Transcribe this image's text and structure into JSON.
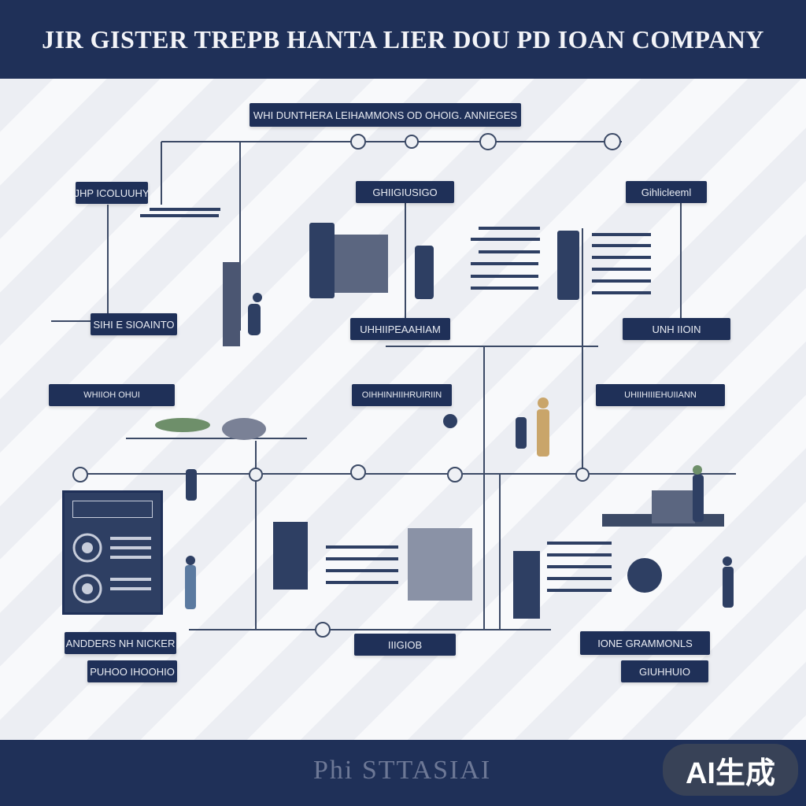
{
  "header": {
    "title": "JIR GISTER TREPB HANTA LIER DOU PD  IOAN COMPANY"
  },
  "top_banner": {
    "text": "WHI DUNTHERA LEIHAMMONS  OD OHOIG. ANNIEGES"
  },
  "labels": [
    {
      "id": "label-top-left",
      "text": "JHP ICOLUUHY"
    },
    {
      "id": "label-top-center",
      "text": "GHIIGIUSIGO"
    },
    {
      "id": "label-top-right",
      "text": "Gihlicleeml"
    },
    {
      "id": "label-mid-left",
      "text": "SIHI E SIOAINTO"
    },
    {
      "id": "label-mid-center",
      "text": "UHHIIPEAAHIAM"
    },
    {
      "id": "label-mid-right",
      "text": "UNH IIOIN"
    },
    {
      "id": "label-lower-left",
      "text": "WHIIOH OHUI"
    },
    {
      "id": "label-lower-center",
      "text": "OIHHINHIIHRUIRIIN"
    },
    {
      "id": "label-lower-right",
      "text": "UHIIHIIIEHUIIANN"
    },
    {
      "id": "label-bottom-left",
      "text": "ANDDERS NH NICKER"
    },
    {
      "id": "label-bottom-left-2",
      "text": "PUHOO IHOOHIO"
    },
    {
      "id": "label-bottom-center",
      "text": "IIIGIOB"
    },
    {
      "id": "label-bottom-right",
      "text": "IONE GRAMMONLS"
    },
    {
      "id": "label-bottom-right-2",
      "text": "GIUHHUIO"
    }
  ],
  "footer": {
    "text": "Phi STTASIAI",
    "badge": "AI生成"
  },
  "colors": {
    "navy": "#1f3058",
    "slate": "#5b6680",
    "line": "#3c4a66",
    "green": "#6e8f6a",
    "tan": "#c9a56a"
  }
}
